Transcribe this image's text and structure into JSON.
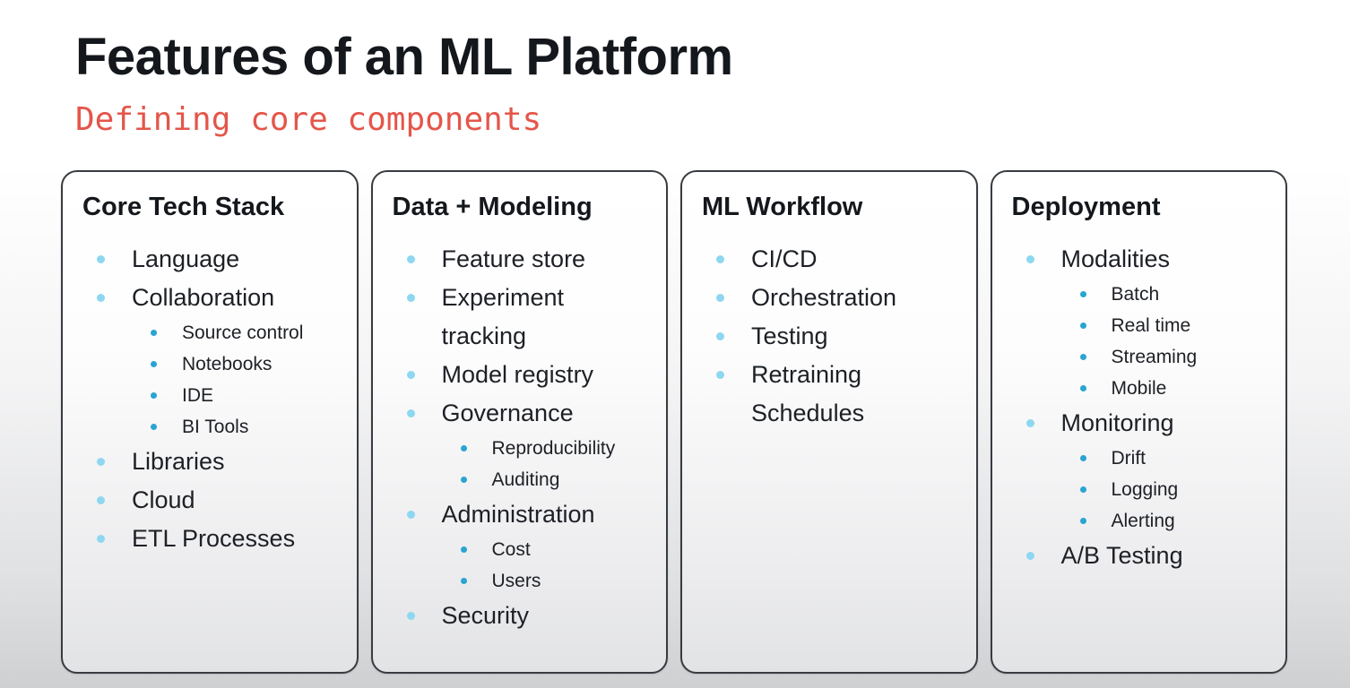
{
  "slide": {
    "title": "Features of an ML Platform",
    "subtitle": "Defining core components"
  },
  "colors": {
    "title_text": "#14171c",
    "subtitle_accent": "#e4564a",
    "body_text": "#1d2025",
    "bullet_level1": "#8ed7f0",
    "bullet_level2": "#2aa4d1",
    "card_border": "#383c41"
  },
  "cards": [
    {
      "heading": "Core Tech Stack",
      "items": [
        {
          "label": "Language"
        },
        {
          "label": "Collaboration",
          "children": [
            "Source control",
            "Notebooks",
            "IDE",
            "BI Tools"
          ]
        },
        {
          "label": "Libraries"
        },
        {
          "label": "Cloud"
        },
        {
          "label": "ETL Processes"
        }
      ]
    },
    {
      "heading": "Data + Modeling",
      "items": [
        {
          "label": "Feature store"
        },
        {
          "label": "Experiment tracking"
        },
        {
          "label": "Model registry"
        },
        {
          "label": "Governance",
          "children": [
            "Reproducibility",
            "Auditing"
          ]
        },
        {
          "label": "Administration",
          "children": [
            "Cost",
            "Users"
          ]
        },
        {
          "label": "Security"
        }
      ]
    },
    {
      "heading": "ML Workflow",
      "items": [
        {
          "label": "CI/CD"
        },
        {
          "label": "Orchestration"
        },
        {
          "label": "Testing"
        },
        {
          "label": "Retraining Schedules"
        }
      ]
    },
    {
      "heading": "Deployment",
      "items": [
        {
          "label": "Modalities",
          "children": [
            "Batch",
            "Real time",
            "Streaming",
            "Mobile"
          ]
        },
        {
          "label": "Monitoring",
          "children": [
            "Drift",
            "Logging",
            "Alerting"
          ]
        },
        {
          "label": "A/B Testing"
        }
      ]
    }
  ]
}
